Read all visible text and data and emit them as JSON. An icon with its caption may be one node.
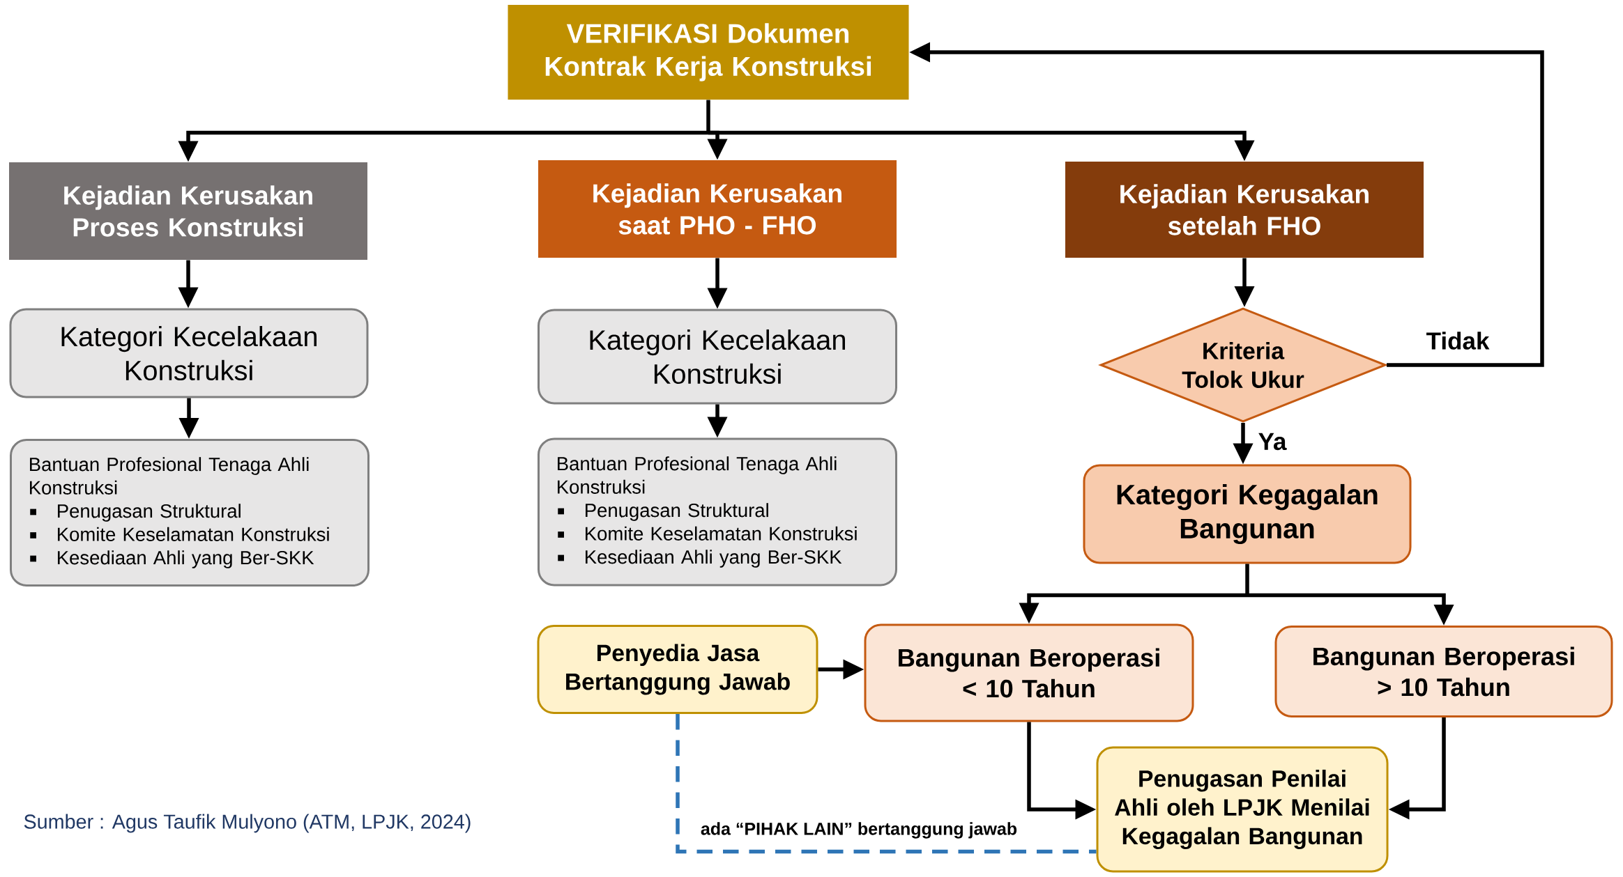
{
  "diagram": {
    "nodes": [
      {
        "text": [
          "VERIFIKASI Dokumen Kontrak Kerja Konstruksi"
        ]
      },
      {
        "text": [
          "Kejadian Kerusakan Proses Konstruksi"
        ]
      },
      {
        "text": [
          "Kejadian Kerusakan saat PHO - FHO"
        ]
      },
      {
        "text": [
          "Kejadian Kerusakan setelah FHO"
        ]
      },
      {
        "text": [
          "Kategori Kecelakaan Konstruksi"
        ]
      },
      {
        "text": [
          "Kategori Kecelakaan Konstruksi"
        ]
      },
      {
        "text": [
          "Kriteria Tolok Ukur"
        ]
      },
      {
        "text": [
          "Bantuan Profesional Tenaga Ahli Konstruksi",
          "Penugasan Struktural",
          "Komite Keselamatan Konstruksi",
          "Kesediaan Ahli yang Ber-SKK"
        ]
      },
      {
        "text": [
          "Bantuan Profesional Tenaga Ahli Konstruksi",
          "Penugasan Struktural",
          "Komite Keselamatan Konstruksi",
          "Kesediaan Ahli yang Ber-SKK"
        ]
      },
      {
        "text": [
          "Kategori Kegagalan Bangunan"
        ]
      },
      {
        "text": [
          "Penyedia Jasa Bertanggung Jawab"
        ]
      },
      {
        "text": [
          "Bangunan Beroperasi < 10 Tahun"
        ]
      },
      {
        "text": [
          "Bangunan Beroperasi > 10 Tahun"
        ]
      },
      {
        "text": [
          "Penugasan Penilai Ahli oleh LPJK Menilai Kegagalan Bangunan"
        ]
      }
    ],
    "edges": [
      {
        "from": 0,
        "to": 1,
        "arrow": "to"
      },
      {
        "from": 0,
        "to": 2,
        "arrow": "to"
      },
      {
        "from": 0,
        "to": 3,
        "arrow": "to"
      },
      {
        "from": 1,
        "to": 4,
        "arrow": "to"
      },
      {
        "from": 2,
        "to": 5,
        "arrow": "to"
      },
      {
        "from": 3,
        "to": 6,
        "arrow": "to"
      },
      {
        "from": 4,
        "to": 7,
        "arrow": "to"
      },
      {
        "from": 5,
        "to": 8,
        "arrow": "to"
      },
      {
        "from": 6,
        "to": 9,
        "arrow": "to",
        "label": "Ya"
      },
      {
        "from": 6,
        "to": 0,
        "arrow": "to",
        "label": "Tidak"
      },
      {
        "from": 9,
        "to": 11,
        "arrow": "to"
      },
      {
        "from": 9,
        "to": 12,
        "arrow": "to"
      },
      {
        "from": 10,
        "to": 11,
        "arrow": "to"
      },
      {
        "from": 11,
        "to": 13,
        "arrow": "to"
      },
      {
        "from": 12,
        "to": 13,
        "arrow": "to"
      },
      {
        "from": 10,
        "to": 13,
        "arrow": "none",
        "style": "dashed",
        "color": "#2e75b6",
        "label": "ada “PIHAK LAIN” bertanggung jawab"
      }
    ],
    "labels": [
      "Sumber : Agus Taufik Mulyono  (ATM, LPJK, 2024)"
    ]
  }
}
